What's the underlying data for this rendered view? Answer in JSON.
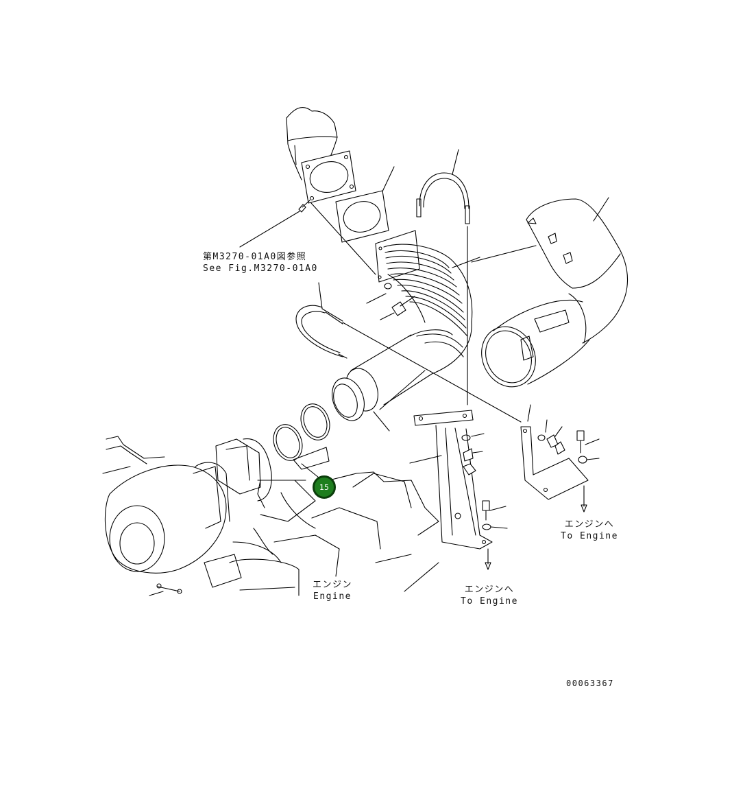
{
  "labels": {
    "ref_fig_jp": "第M3270-01A0図参照",
    "ref_fig_en": "See Fig.M3270-01A0",
    "engine_jp": "エンジン",
    "engine_en": "Engine",
    "to_engine_center_jp": "エンジンへ",
    "to_engine_center_en": "To Engine",
    "to_engine_right_jp": "エンジンへ",
    "to_engine_right_en": "To Engine",
    "drawing_number": "00063367"
  },
  "callouts": [
    {
      "number": "15",
      "color": "#1e7e1e",
      "border_color": "#0b3d0b"
    }
  ],
  "colors": {
    "line": "#000000",
    "background": "#ffffff"
  }
}
